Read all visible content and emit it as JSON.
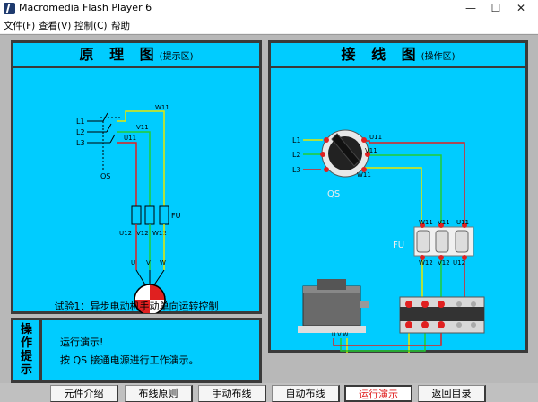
{
  "window": {
    "title": "Macromedia Flash Player 6",
    "min": "—",
    "max": "☐",
    "close": "✕"
  },
  "menu": [
    "文件(F)",
    "查看(V)",
    "控制(C)",
    "帮助"
  ],
  "left_panel": {
    "title": "原 理 图",
    "sub": "(提示区)",
    "caption": "试验1：异步电动机手动单向运转控制"
  },
  "right_panel": {
    "title": "接 线 图",
    "sub": "(操作区)"
  },
  "prompt": {
    "label": [
      "操",
      "作",
      "提",
      "示"
    ],
    "lines": [
      "运行演示!",
      "按 QS 接通电源进行工作演示。"
    ]
  },
  "schematic": {
    "phases": [
      "L1",
      "L2",
      "L3"
    ],
    "qs": "QS",
    "fu": "FU",
    "top": [
      "W11",
      "V11",
      "U11"
    ],
    "bot": [
      "U12",
      "V12",
      "W12"
    ],
    "motor": [
      "U",
      "V",
      "W"
    ]
  },
  "wiring": {
    "phases": [
      "L1",
      "L2",
      "L3"
    ],
    "qs": "QS",
    "fu": "FU",
    "qs_out": [
      "U11",
      "V11",
      "W11"
    ],
    "fu_top": [
      "W11",
      "V11",
      "U11"
    ],
    "fu_bot": [
      "W12",
      "V12",
      "U12"
    ],
    "motor": [
      "U",
      "V",
      "W"
    ]
  },
  "nav": [
    "元件介绍",
    "布线原则",
    "手动布线",
    "自动布线",
    "运行演示",
    "返回目录"
  ],
  "colors": {
    "panel": "#00ccff",
    "wire_yellow": "#e8e800",
    "wire_green": "#22cc33",
    "wire_red": "#e02020",
    "active_nav": "#e02020"
  }
}
